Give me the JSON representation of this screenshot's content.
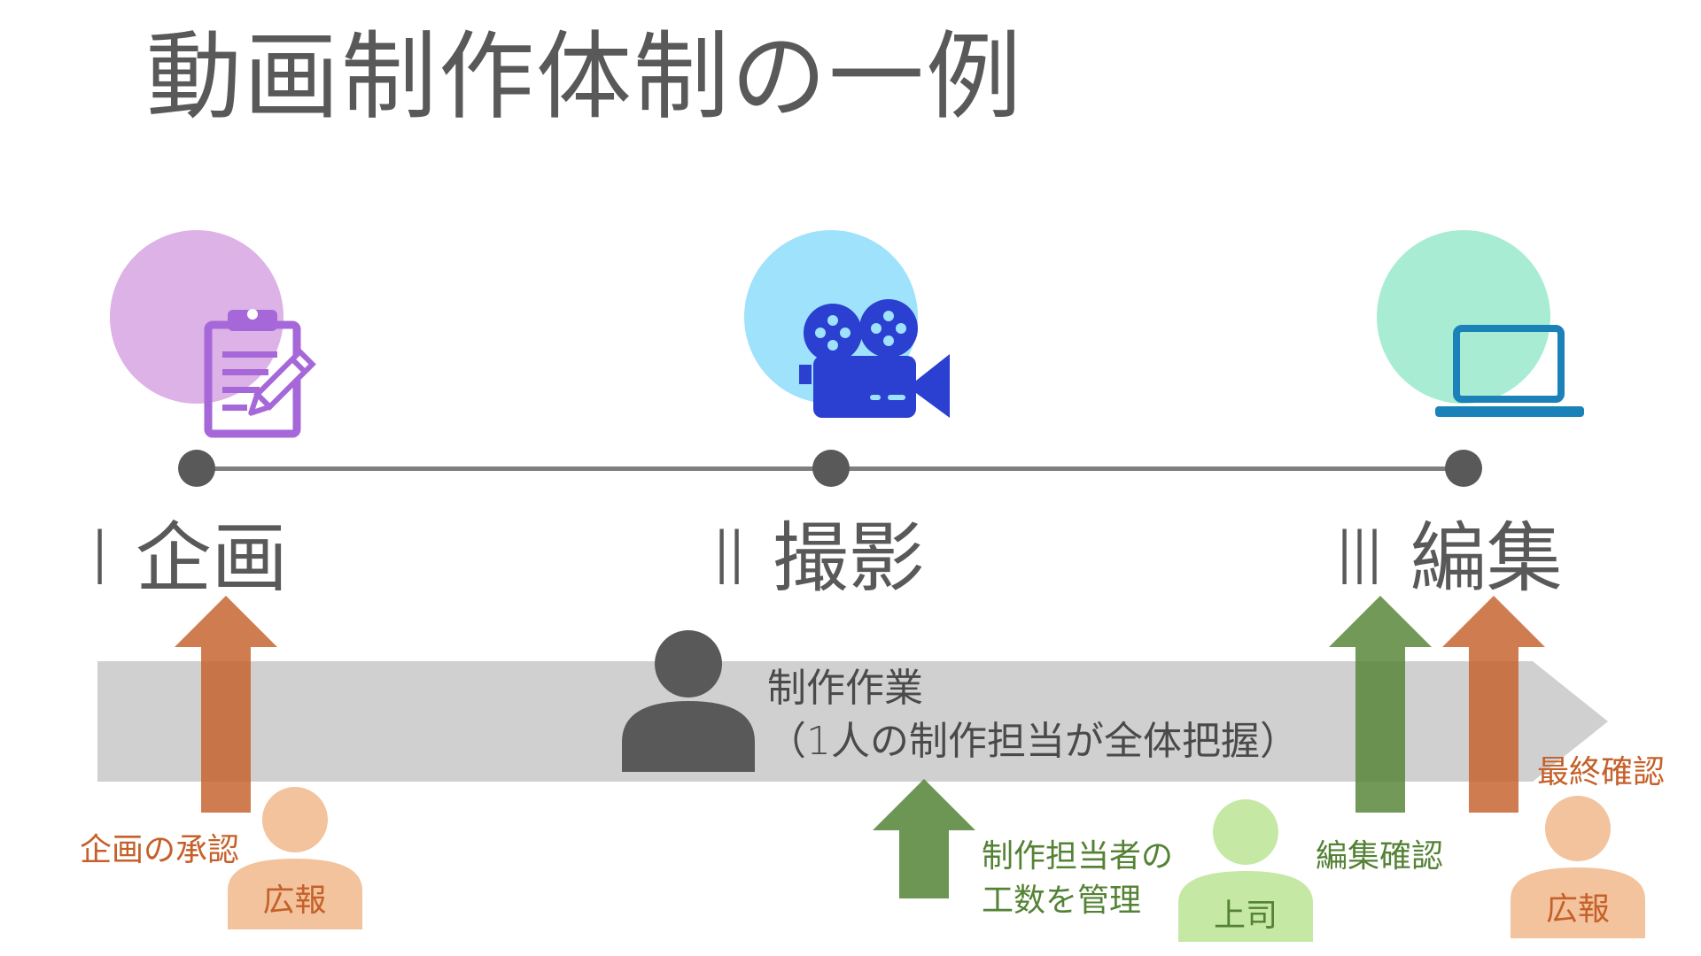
{
  "title": "動画制作体制の一例",
  "stages": [
    {
      "numeral": "Ⅰ",
      "name": "企画",
      "icon": "clipboard-pencil-icon",
      "circle_color": "#dcb2e7",
      "icon_color": "#a667d8"
    },
    {
      "numeral": "Ⅱ",
      "name": "撮影",
      "icon": "movie-camera-icon",
      "circle_color": "#9fe2fb",
      "icon_color": "#2b3fd1"
    },
    {
      "numeral": "Ⅲ",
      "name": "編集",
      "icon": "laptop-icon",
      "circle_color": "#a8ecd4",
      "icon_color": "#1a82b8"
    }
  ],
  "process_band": {
    "line1": "制作作業",
    "line2": "（1人の制作担当が全体把握）"
  },
  "actors": {
    "pr_left": "広報",
    "boss": "上司",
    "pr_right": "広報"
  },
  "annotations": {
    "plan_approval": "企画の承認",
    "manage_hours_line1": "制作担当者の",
    "manage_hours_line2": "工数を管理",
    "edit_check": "編集確認",
    "final_check": "最終確認"
  },
  "colors": {
    "orange_arrow": "#c5602a",
    "green_arrow": "#548235",
    "band": "#d0d0d0",
    "timeline": "#7f7f7f",
    "dark_gray": "#595959",
    "peach_person": "#f2c39c",
    "light_green_person": "#c5e8a4"
  }
}
